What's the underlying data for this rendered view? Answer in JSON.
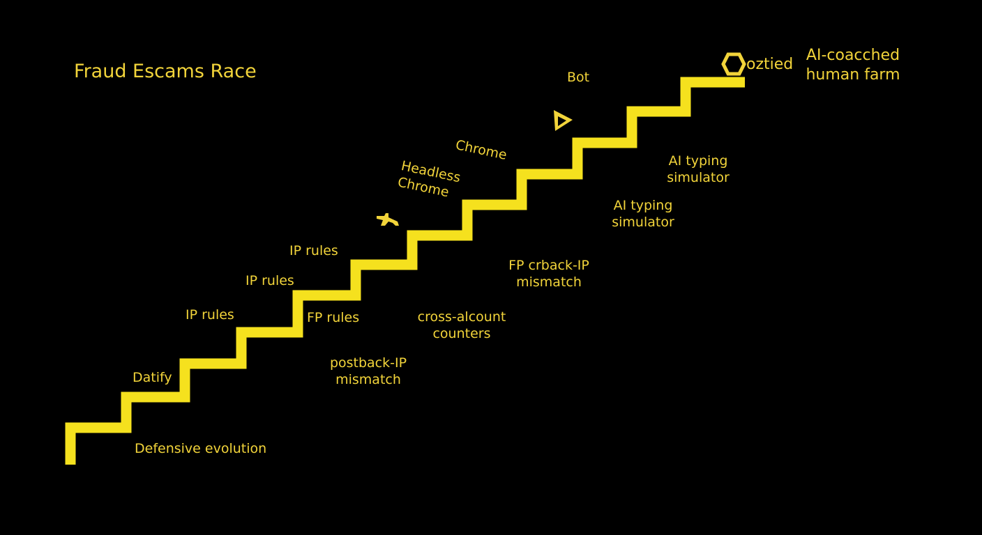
{
  "title": "Fraud Escams Race",
  "colors": {
    "background": "#000000",
    "accent": "#f2d43a",
    "staircase": "#f5e11e"
  },
  "steps": [
    "Defensive evolution",
    "Datify",
    "IP rules",
    "IP rules",
    "IP rules",
    "FP rules",
    "postback-IP mismatch",
    "cross-alcount counters",
    "FP crback-IP mismatch",
    "Headless Chrome",
    "Chrome",
    "Bot",
    "AI typing simulator",
    "AI typing simulator",
    "oztied",
    "AI-coacched human farm"
  ],
  "labels": {
    "defensive_evolution": "Defensive evolution",
    "datify": "Datify",
    "ip_rules_1": "IP rules",
    "ip_rules_2": "IP rules",
    "ip_rules_3": "IP rules",
    "fp_rules": "FP rules",
    "postback_line1": "postback-IP",
    "postback_line2": "mismatch",
    "cross_line1": "cross-alcount",
    "cross_line2": "counters",
    "fp_crback_line1": "FP crback-IP",
    "fp_crback_line2": "mismatch",
    "headless_line1": "Headless",
    "headless_line2": "Chrome",
    "chrome": "Chrome",
    "bot": "Bot",
    "ai_typing_a_line1": "AI typing",
    "ai_typing_a_line2": "simulator",
    "ai_typing_b_line1": "AI typing",
    "ai_typing_b_line2": "simulator",
    "oztied": "oztied",
    "farm_line1": "AI-coacched",
    "farm_line2": "human farm"
  },
  "icons": {
    "triangle": "play-triangle-icon",
    "gun": "gun-icon",
    "hexagon": "hexagon-icon"
  }
}
